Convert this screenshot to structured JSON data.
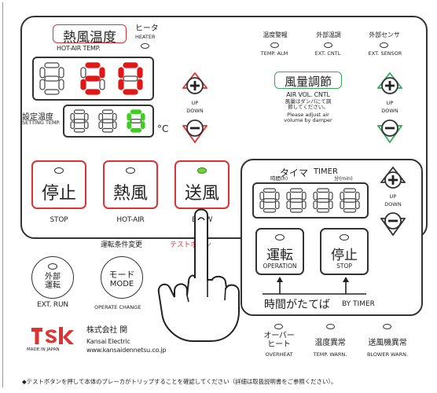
{
  "hot_air_temp": {
    "title_jp": "熱風温度",
    "title_en": "HOT-AIR TEMP."
  },
  "heater": {
    "label_jp": "ヒータ",
    "label_en": "HEATER"
  },
  "display_main": {
    "digits": "20",
    "lead": "8"
  },
  "setting_temp": {
    "label_jp": "設定温度",
    "label_en": "SETTING TEMP.",
    "digits": "0",
    "lead": "88",
    "unit": "°C"
  },
  "up_down": {
    "up": "UP",
    "down": "DOWN",
    "plus": "+",
    "minus": "−"
  },
  "indicators_top": [
    {
      "jp": "温度警報",
      "en": "TEMP. ALM"
    },
    {
      "jp": "外部温調",
      "en": "EXT. CNTL"
    },
    {
      "jp": "外部センサ",
      "en": "EXT. SENSOR"
    }
  ],
  "air_vol": {
    "jp": "風量調節",
    "en": "AIR VOL. CNTL",
    "note_jp": "風量はダンパにて調節してください。",
    "note_en": "Please adjust air volume by damper"
  },
  "buttons": [
    {
      "jp": "停止",
      "en": "STOP"
    },
    {
      "jp": "熱風",
      "en": "HOT-AIR"
    },
    {
      "jp": "送風",
      "en": "BLOW"
    }
  ],
  "timer": {
    "title_jp": "タイマ",
    "title_en": "TIMER",
    "hour": "時間(h)",
    "minute": "分(min)",
    "digits": "8888",
    "operation": {
      "jp": "運転",
      "en": "OPERATION"
    },
    "stop": {
      "jp": "停止",
      "en": "STOP"
    },
    "by_timer_jp": "時間がたてば",
    "by_timer_en": "BY TIMER"
  },
  "mode_change_label": "運転条件変更",
  "test_button_label": "テストボタン",
  "ext_run": {
    "jp": "外部運転",
    "en": "EXT. RUN"
  },
  "mode": {
    "jp": "モード",
    "en": "MODE",
    "caption": "OPERATE CHANGE"
  },
  "indicators_bottom": [
    {
      "jp": "オーバーヒート",
      "en": "OVERHEAT"
    },
    {
      "jp": "温度異常",
      "en": "TEMP. WARN."
    },
    {
      "jp": "送風機異常",
      "en": "BLOWER WARN."
    }
  ],
  "company": {
    "logo": "tsk",
    "made_in": "MADE IN JAPAN",
    "name_jp": "株式会社 関",
    "name_en": "Kansai Electric",
    "url": "www.kansaidennetsu.co.jp"
  },
  "footer_note": "◆テストボタンを押して本体のブレーカがトリップすることを確認してください（詳細は取扱説明書をご参照ください）。",
  "colors": {
    "red": "#d33333",
    "green": "#3aa85a",
    "seg_on_red": "#e01818",
    "seg_on_green": "#3ccf1f",
    "seg_off": "#444444",
    "led_on": "#6fd13d"
  }
}
